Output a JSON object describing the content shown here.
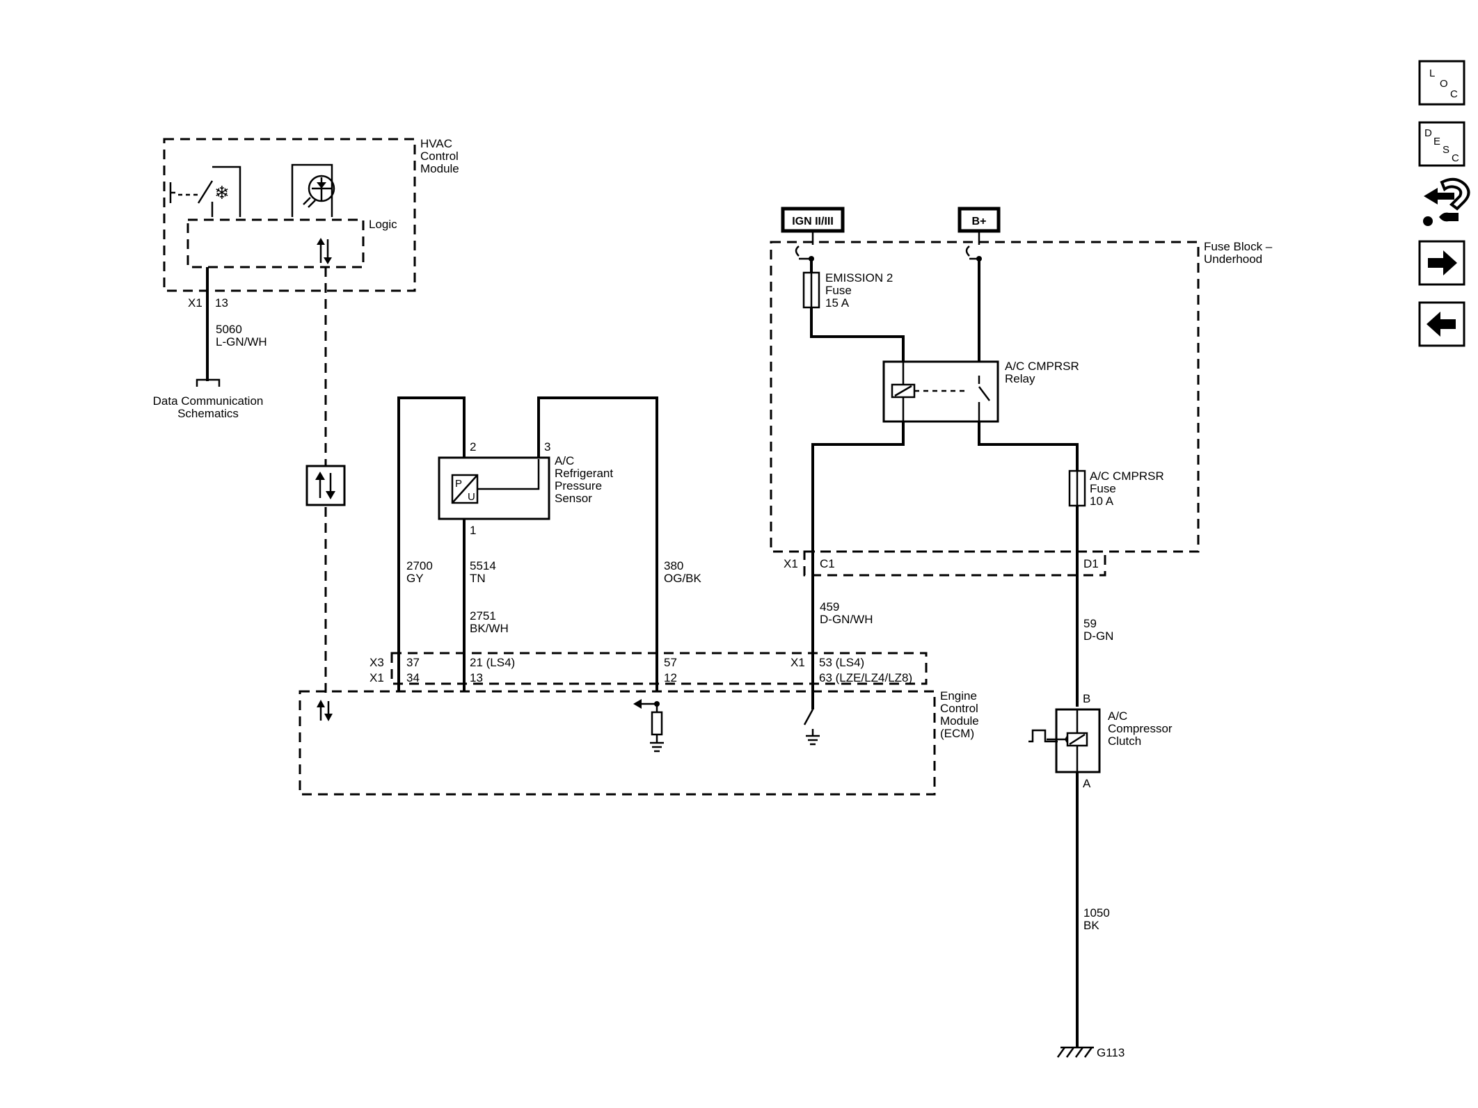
{
  "hvac": {
    "module_label": [
      "HVAC",
      "Control",
      "Module"
    ],
    "logic_label": "Logic",
    "connector": "X1",
    "pin": "13",
    "wire_circuit": "5060",
    "wire_color": "L-GN/WH",
    "data_comm_label": [
      "Data Communication",
      "Schematics"
    ]
  },
  "sensor": {
    "label": [
      "A/C",
      "Refrigerant",
      "Pressure",
      "Sensor"
    ],
    "pin_2": "2",
    "pin_3": "3",
    "pin_1": "1",
    "symbol_p": "P",
    "symbol_u": "U"
  },
  "wires": {
    "w2700": {
      "circuit": "2700",
      "color": "GY"
    },
    "w5514": {
      "circuit": "5514",
      "color": "TN"
    },
    "w2751": {
      "circuit": "2751",
      "color": "BK/WH"
    },
    "w380": {
      "circuit": "380",
      "color": "OG/BK"
    },
    "w459": {
      "circuit": "459",
      "color": "D-GN/WH"
    },
    "w59": {
      "circuit": "59",
      "color": "D-GN"
    },
    "w1050": {
      "circuit": "1050",
      "color": "BK"
    }
  },
  "ecm": {
    "label": [
      "Engine",
      "Control",
      "Module",
      "(ECM)"
    ],
    "conn_x3": "X3",
    "conn_x1_left": "X1",
    "conn_x1_right": "X1",
    "pin_37": "37",
    "pin_34": "34",
    "pin_21": "21 (LS4)",
    "pin_13": "13",
    "pin_57": "57",
    "pin_12": "12",
    "pin_53": "53 (LS4)",
    "pin_63": "63 (LZE/LZ4/LZ8)"
  },
  "power": {
    "ign": "IGN II/III",
    "bplus": "B+"
  },
  "fuse_block": {
    "label": [
      "Fuse Block –",
      "Underhood"
    ],
    "emission_fuse": [
      "EMISSION 2",
      "Fuse",
      "15 A"
    ],
    "relay": [
      "A/C CMPRSR",
      "Relay"
    ],
    "cmprsr_fuse": [
      "A/C CMPRSR",
      "Fuse",
      "10 A"
    ],
    "conn_x1": "X1",
    "pin_c1": "C1",
    "pin_d1": "D1"
  },
  "clutch": {
    "label": [
      "A/C",
      "Compressor",
      "Clutch"
    ],
    "pin_b": "B",
    "pin_a": "A"
  },
  "ground": {
    "label": "G113"
  },
  "nav": {
    "loc": [
      "L",
      "O",
      "C"
    ],
    "desc": [
      "D",
      "E",
      "S",
      "C"
    ]
  }
}
